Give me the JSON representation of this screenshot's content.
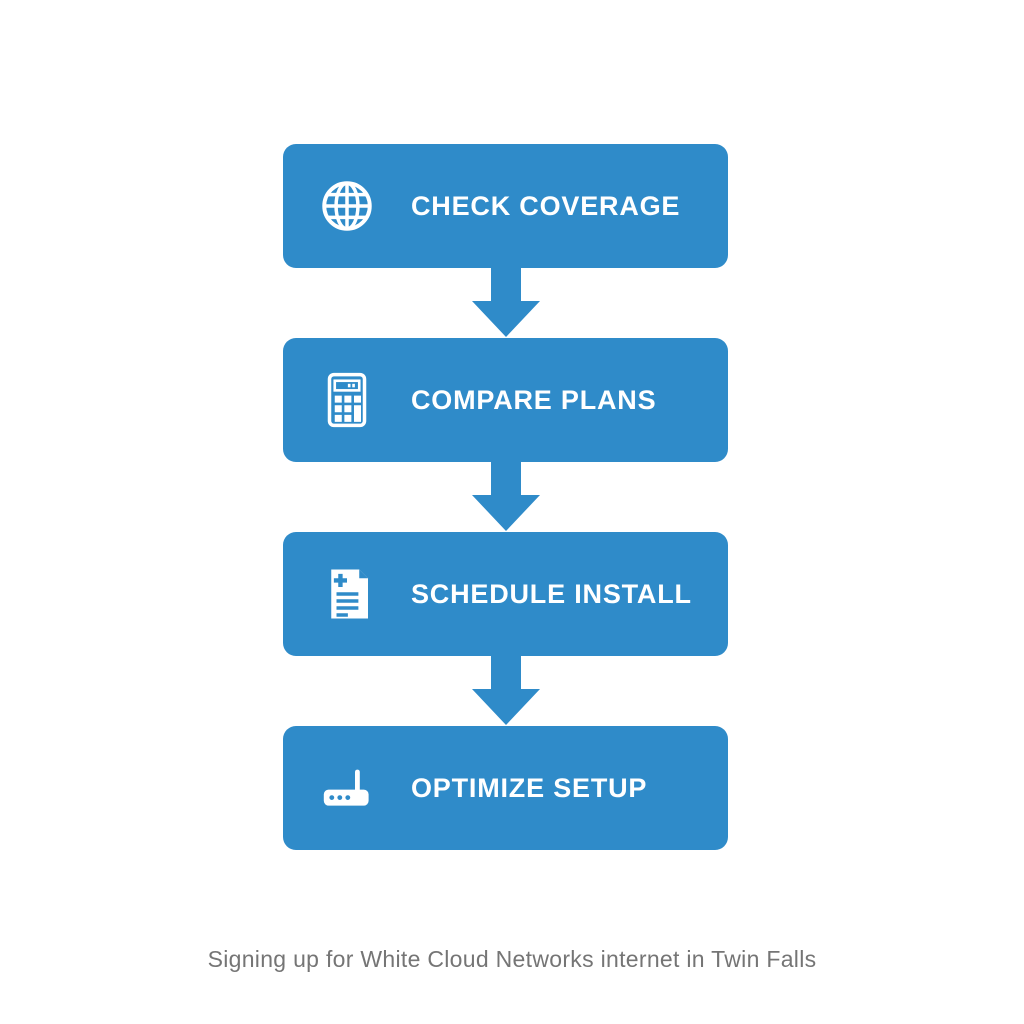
{
  "colors": {
    "accent": "#2f8bc9",
    "box_text": "#ffffff",
    "caption_text": "#757575",
    "background": "#ffffff"
  },
  "flow": {
    "steps": [
      {
        "label": "CHECK COVERAGE",
        "icon": "globe-icon"
      },
      {
        "label": "COMPARE PLANS",
        "icon": "calculator-icon"
      },
      {
        "label": "SCHEDULE INSTALL",
        "icon": "document-icon"
      },
      {
        "label": "OPTIMIZE SETUP",
        "icon": "router-icon"
      }
    ],
    "connector": "down-arrow"
  },
  "caption": "Signing up for White Cloud Networks internet in Twin Falls"
}
